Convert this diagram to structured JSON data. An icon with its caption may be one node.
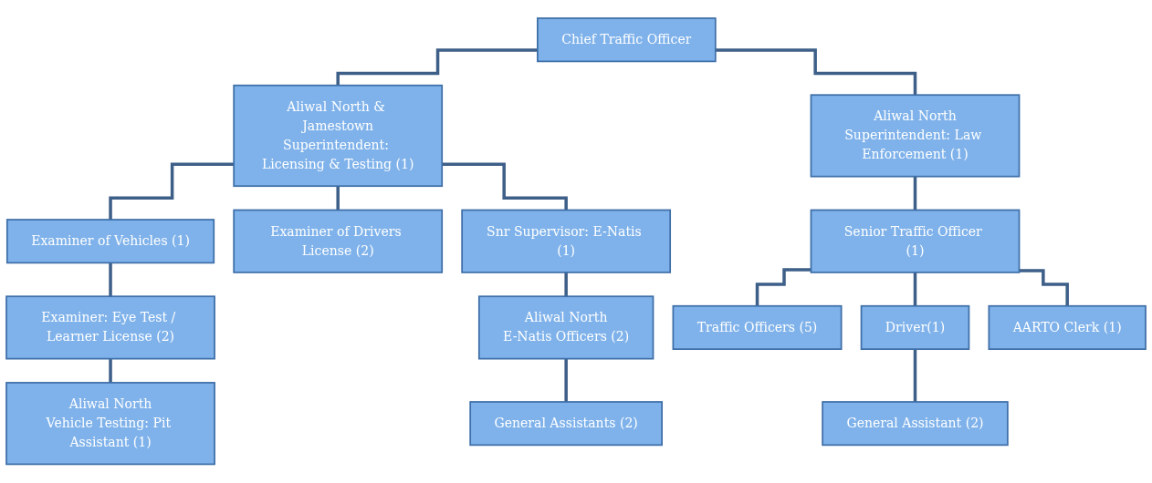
{
  "diagram": {
    "nodes": [
      {
        "text": [
          "Chief Traffic Officer"
        ]
      },
      {
        "text": [
          "Aliwal North & Jamestown",
          "Superintendent: Licensing & Testing (1)"
        ]
      },
      {
        "text": [
          "Aliwal North",
          "Superintendent: Law Enforcement (1)"
        ]
      },
      {
        "text": [
          "Examiner of Vehicles (1)"
        ]
      },
      {
        "text": [
          "Examiner of Drivers License (2)"
        ]
      },
      {
        "text": [
          "Snr Supervisor: E-Natis (1)"
        ]
      },
      {
        "text": [
          "Examiner: Eye Test / Learner License (2)"
        ]
      },
      {
        "text": [
          "Aliwal North",
          "Vehicle Testing: Pit Assistant (1)"
        ]
      },
      {
        "text": [
          "Aliwal North",
          "E-Natis Officers (2)"
        ]
      },
      {
        "text": [
          "General Assistants (2)"
        ]
      },
      {
        "text": [
          "Senior Traffic Officer (1)"
        ]
      },
      {
        "text": [
          "Traffic Officers (5)"
        ]
      },
      {
        "text": [
          "Driver(1)"
        ]
      },
      {
        "text": [
          "AARTO Clerk (1)"
        ]
      },
      {
        "text": [
          "General Assistant (2)"
        ]
      }
    ],
    "edges": [
      {
        "from": 0,
        "to": 1,
        "arrow": "none"
      },
      {
        "from": 0,
        "to": 2,
        "arrow": "none"
      },
      {
        "from": 1,
        "to": 3,
        "arrow": "none"
      },
      {
        "from": 1,
        "to": 4,
        "arrow": "none"
      },
      {
        "from": 1,
        "to": 5,
        "arrow": "none"
      },
      {
        "from": 3,
        "to": 6,
        "arrow": "none"
      },
      {
        "from": 6,
        "to": 7,
        "arrow": "none"
      },
      {
        "from": 5,
        "to": 8,
        "arrow": "none"
      },
      {
        "from": 8,
        "to": 9,
        "arrow": "none"
      },
      {
        "from": 2,
        "to": 10,
        "arrow": "none"
      },
      {
        "from": 10,
        "to": 11,
        "arrow": "none"
      },
      {
        "from": 10,
        "to": 12,
        "arrow": "none"
      },
      {
        "from": 10,
        "to": 13,
        "arrow": "none"
      },
      {
        "from": 12,
        "to": 14,
        "arrow": "none"
      }
    ]
  }
}
